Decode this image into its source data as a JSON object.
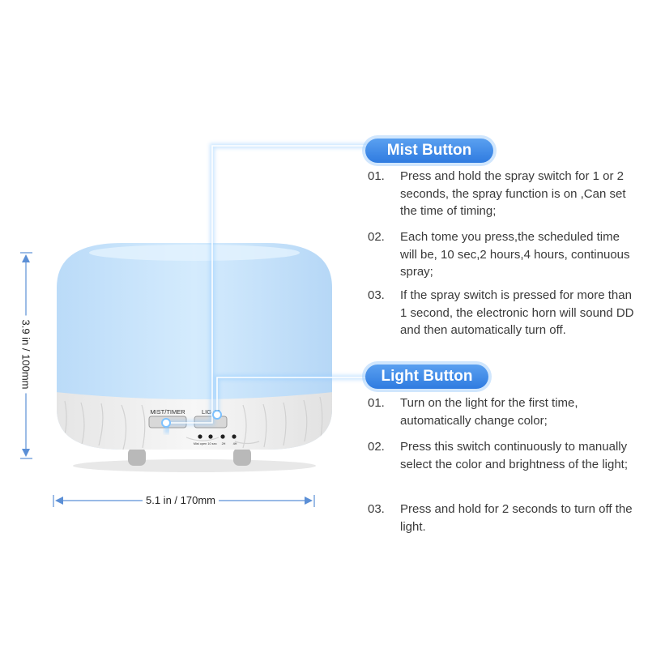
{
  "dimensions": {
    "height_label": "3.9 in / 100mm",
    "width_label": "5.1 in / 170mm"
  },
  "device": {
    "mist_label": "MIST/TIMER",
    "light_label": "LIGHT",
    "timer_labels": [
      "Mist open",
      "10 sec",
      "2H",
      "4H"
    ]
  },
  "sections": [
    {
      "title": "Mist Button",
      "items": [
        {
          "num": "01.",
          "text": "Press and hold the spray switch for 1 or 2 seconds, the spray function is on ,Can set the time of timing;"
        },
        {
          "num": "02.",
          "text": "Each tome you press,the scheduled time will be, 10 sec,2 hours,4 hours, continuous spray;"
        },
        {
          "num": "03.",
          "text": "If the spray switch is pressed for more than 1 second, the electronic horn will sound DD and then automatically turn off."
        }
      ]
    },
    {
      "title": "Light Button",
      "items": [
        {
          "num": "01.",
          "text": "Turn on the light for the first time, automatically change color;"
        },
        {
          "num": "02.",
          "text": "Press this switch continuously to manually select the color and brightness of the light;"
        },
        {
          "num": "03.",
          "text": "Press and hold for 2 seconds to turn off the light."
        }
      ]
    }
  ],
  "colors": {
    "accent": "#2f7be0",
    "dimension_line": "#5b8fd6",
    "body_top": "#c5e2fb",
    "wood_base": "#eeeeee"
  }
}
